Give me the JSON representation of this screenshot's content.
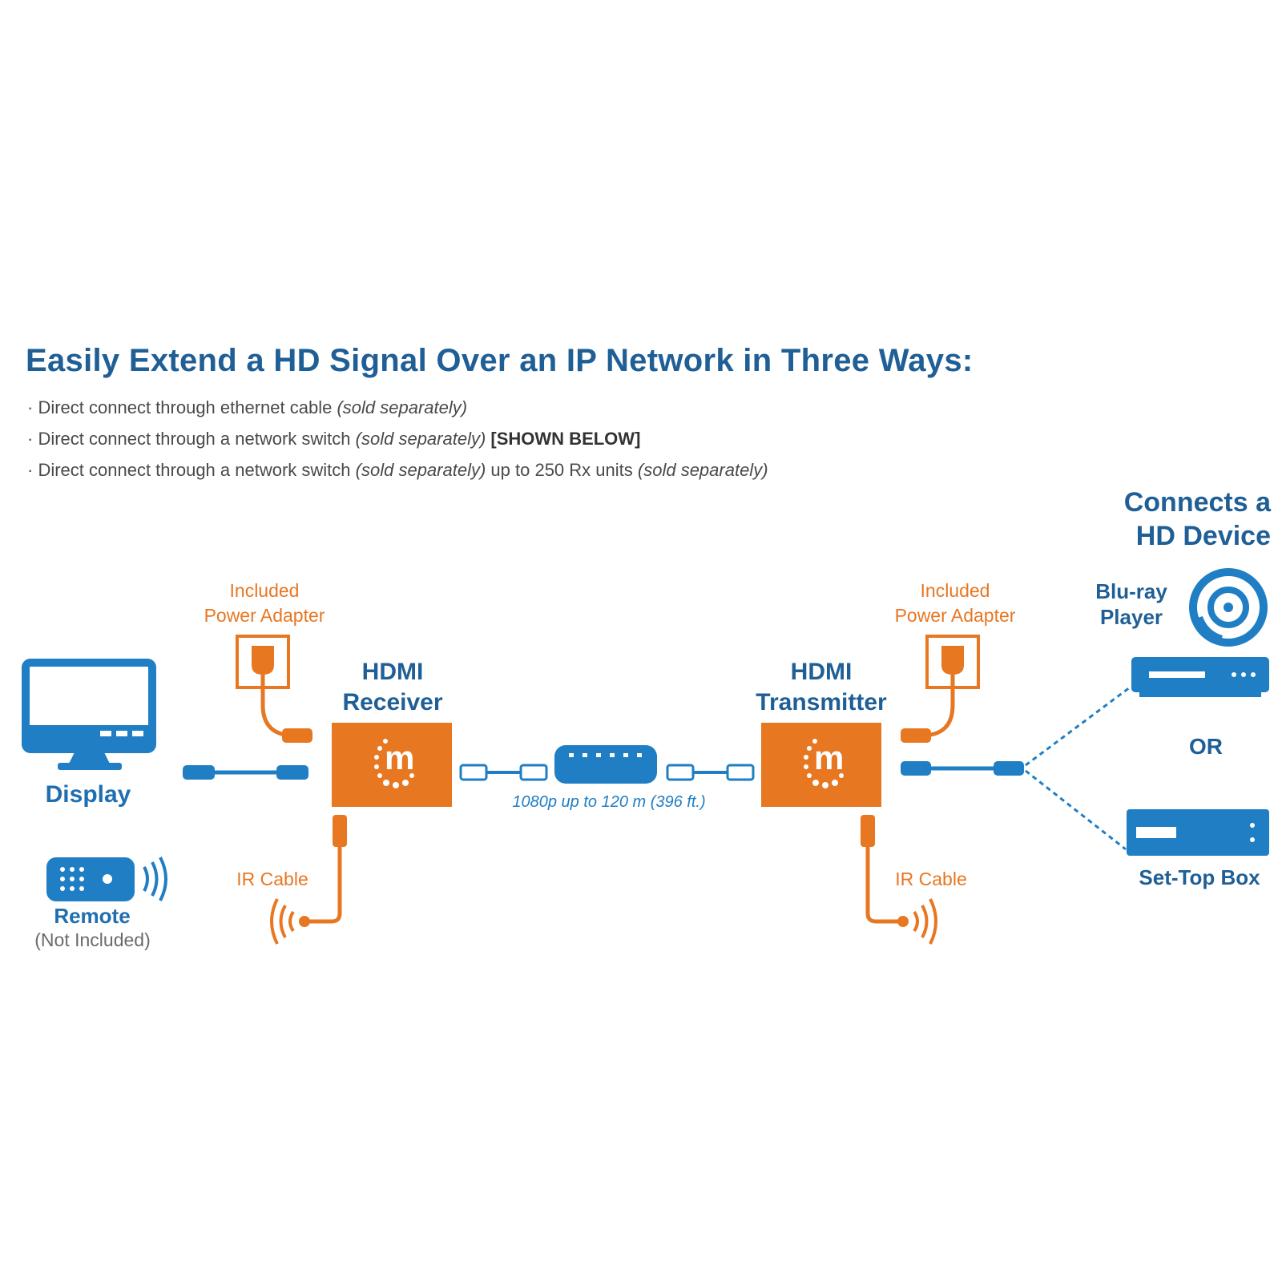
{
  "title": "Easily Extend a HD Signal Over an IP Network in Three Ways:",
  "bullets": [
    {
      "text": "Direct connect through ethernet cable",
      "note": "(sold separately)",
      "extra": "",
      "note2": ""
    },
    {
      "text": "Direct connect through a network switch",
      "note": "(sold separately)",
      "extra": "[SHOWN BELOW]",
      "note2": ""
    },
    {
      "text": "Direct connect through a network switch",
      "note": "(sold separately)",
      "extra": "up to 250 Rx units",
      "note2": "(sold separately)"
    }
  ],
  "labels": {
    "connects": [
      "Connects a",
      "HD Device"
    ],
    "included_power_adapter_left": [
      "Included",
      "Power Adapter"
    ],
    "included_power_adapter_right": [
      "Included",
      "Power Adapter"
    ],
    "receiver": [
      "HDMI",
      "Receiver"
    ],
    "transmitter": [
      "HDMI",
      "Transmitter"
    ],
    "display": "Display",
    "remote": "Remote",
    "remote_note": "(Not Included)",
    "ir_cable_left": "IR Cable",
    "ir_cable_right": "IR Cable",
    "distance": "1080p up to 120 m (396 ft.)",
    "bluray": [
      "Blu-ray",
      "Player"
    ],
    "or": "OR",
    "settop": "Set-Top Box"
  },
  "colors": {
    "blue": "#1f7ec4",
    "dark_blue": "#1f5f96",
    "orange": "#e87722"
  },
  "icons": [
    "display-icon",
    "remote-icon",
    "power-adapter-icon",
    "ir-emitter-icon",
    "network-switch-icon",
    "disc-icon",
    "bluray-player-icon",
    "settop-box-icon",
    "manhattan-logo-icon"
  ]
}
